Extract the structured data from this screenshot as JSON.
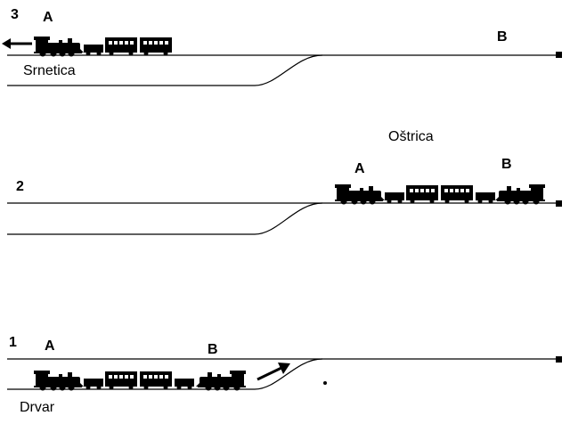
{
  "panels": [
    {
      "number": "3",
      "point_a": "A",
      "point_b": "B",
      "place": "Srnetica",
      "arrow": "left-arrow-icon"
    },
    {
      "number": "2",
      "point_a": "A",
      "point_b": "B",
      "place": "Oštrica"
    },
    {
      "number": "1",
      "point_a": "A",
      "point_b": "B",
      "place": "Drvar",
      "arrow": "up-right-arrow-icon"
    }
  ],
  "colors": {
    "ink": "#000000",
    "background": "#ffffff"
  }
}
